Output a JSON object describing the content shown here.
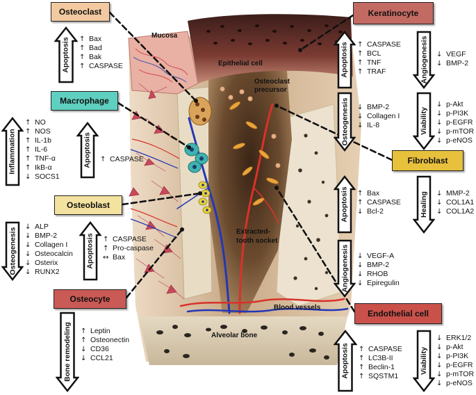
{
  "labels": {
    "mucosa": "Mucosa",
    "epithelial_cell": "Epithelial cell",
    "osteoclast_precursor_line1": "Osteoclast",
    "osteoclast_precursor_line2": "precursor",
    "extracted_socket_line1": "Extracted-",
    "extracted_socket_line2": "tooth socket",
    "blood_vessels": "Blood vessels",
    "alveolar_bone": "Alveolar bone"
  },
  "cells": [
    {
      "id": "osteoclast",
      "name": "Osteoclast",
      "color": "#f2c9a0"
    },
    {
      "id": "macrophage",
      "name": "Macrophage",
      "color": "#5fcfc0"
    },
    {
      "id": "osteoblast",
      "name": "Osteoblast",
      "color": "#f3e2a0"
    },
    {
      "id": "osteocyte",
      "name": "Osteocyte",
      "color": "#c95a55"
    },
    {
      "id": "keratinocyte",
      "name": "Keratinocyte",
      "color": "#c36a62"
    },
    {
      "id": "fibroblast",
      "name": "Fibroblast",
      "color": "#e8c13c"
    },
    {
      "id": "endothelial",
      "name": "Endothelial cell",
      "color": "#c9514a"
    }
  ],
  "groups": [
    {
      "id": "osteoclast-apoptosis",
      "process": "Apoptosis",
      "items": [
        {
          "dir": "↑",
          "label": "Bax"
        },
        {
          "dir": "↑",
          "label": "Bad"
        },
        {
          "dir": "↑",
          "label": "Bak"
        },
        {
          "dir": "↑",
          "label": "CASPASE"
        }
      ]
    },
    {
      "id": "macrophage-inflammation",
      "process": "Inflammation",
      "items": [
        {
          "dir": "↑",
          "label": "NO"
        },
        {
          "dir": "↑",
          "label": "NOS"
        },
        {
          "dir": "↑",
          "label": "IL-1b"
        },
        {
          "dir": "↑",
          "label": "IL-6"
        },
        {
          "dir": "↑",
          "label": "TNF-α"
        },
        {
          "dir": "↑",
          "label": "IkB-α"
        },
        {
          "dir": "↓",
          "label": "SOCS1"
        }
      ]
    },
    {
      "id": "macrophage-apoptosis",
      "process": "Apoptosis",
      "items": [
        {
          "dir": "↑",
          "label": "CASPASE"
        }
      ]
    },
    {
      "id": "osteoblast-osteogenesis",
      "process": "Osteogenesis",
      "items": [
        {
          "dir": "↓",
          "label": "ALP"
        },
        {
          "dir": "↓",
          "label": "BMP-2"
        },
        {
          "dir": "↓",
          "label": "Collagen I"
        },
        {
          "dir": "↓",
          "label": "Osteocalcin"
        },
        {
          "dir": "↓",
          "label": "Osterix"
        },
        {
          "dir": "↓",
          "label": "RUNX2"
        }
      ]
    },
    {
      "id": "osteoblast-apoptosis",
      "process": "Apoptosis",
      "items": [
        {
          "dir": "↑",
          "label": "CASPASE"
        },
        {
          "dir": "↑",
          "label": "Pro-caspase"
        },
        {
          "dir": "↔",
          "label": "Bax"
        }
      ]
    },
    {
      "id": "osteocyte-remodeling",
      "process": "Bone remodeling",
      "items": [
        {
          "dir": "↑",
          "label": "Leptin"
        },
        {
          "dir": "↑",
          "label": "Osteonectin"
        },
        {
          "dir": "↓",
          "label": "CD36"
        },
        {
          "dir": "↓",
          "label": "CCL21"
        }
      ]
    },
    {
      "id": "keratinocyte-apoptosis",
      "process": "Apoptosis",
      "items": [
        {
          "dir": "↑",
          "label": "CASPASE"
        },
        {
          "dir": "↑",
          "label": "BCL"
        },
        {
          "dir": "↑",
          "label": "TNF"
        },
        {
          "dir": "↑",
          "label": "TRAF"
        }
      ]
    },
    {
      "id": "keratinocyte-angiogenesis",
      "process": "Angiogenesis",
      "items": [
        {
          "dir": "↓",
          "label": "VEGF"
        },
        {
          "dir": "↓",
          "label": "BMP-2"
        }
      ]
    },
    {
      "id": "keratinocyte-osteogenesis",
      "process": "Osteogenesis",
      "items": [
        {
          "dir": "↓",
          "label": "BMP-2"
        },
        {
          "dir": "↓",
          "label": "Collagen I"
        },
        {
          "dir": "↓",
          "label": "IL-8"
        }
      ]
    },
    {
      "id": "keratinocyte-viability",
      "process": "Viability",
      "items": [
        {
          "dir": "↓",
          "label": "p-Akt"
        },
        {
          "dir": "↓",
          "label": "p-PI3K"
        },
        {
          "dir": "↓",
          "label": "p-EGFR"
        },
        {
          "dir": "↓",
          "label": "p-mTOR"
        },
        {
          "dir": "↓",
          "label": "p-eNOS"
        }
      ]
    },
    {
      "id": "fibroblast-apoptosis",
      "process": "Apoptosis",
      "items": [
        {
          "dir": "↑",
          "label": "Bax"
        },
        {
          "dir": "↑",
          "label": "CASPASE"
        },
        {
          "dir": "↓",
          "label": "Bcl-2"
        }
      ]
    },
    {
      "id": "fibroblast-healing",
      "process": "Healing",
      "items": [
        {
          "dir": "↓",
          "label": "MMP-2"
        },
        {
          "dir": "↓",
          "label": "COL1A1"
        },
        {
          "dir": "↓",
          "label": "COL1A2"
        }
      ]
    },
    {
      "id": "endothelial-angiogenesis",
      "process": "Angiogenesis",
      "items": [
        {
          "dir": "↓",
          "label": "VEGF-A"
        },
        {
          "dir": "↓",
          "label": "BMP-2"
        },
        {
          "dir": "↓",
          "label": "RHOB"
        },
        {
          "dir": "↓",
          "label": "Epiregulin"
        }
      ]
    },
    {
      "id": "endothelial-apoptosis",
      "process": "Apoptosis",
      "items": [
        {
          "dir": "↑",
          "label": "CASPASE"
        },
        {
          "dir": "↑",
          "label": "LC3B-II"
        },
        {
          "dir": "↑",
          "label": "Beclin-1"
        },
        {
          "dir": "↑",
          "label": "SQSTM1"
        }
      ]
    },
    {
      "id": "endothelial-viability",
      "process": "Viability",
      "items": [
        {
          "dir": "↓",
          "label": "ERK1/2"
        },
        {
          "dir": "↓",
          "label": "p-Akt"
        },
        {
          "dir": "↓",
          "label": "p-PI3K"
        },
        {
          "dir": "↓",
          "label": "p-EGFR"
        },
        {
          "dir": "↓",
          "label": "p-mTOR"
        },
        {
          "dir": "↓",
          "label": "p-eNOS"
        }
      ]
    }
  ]
}
